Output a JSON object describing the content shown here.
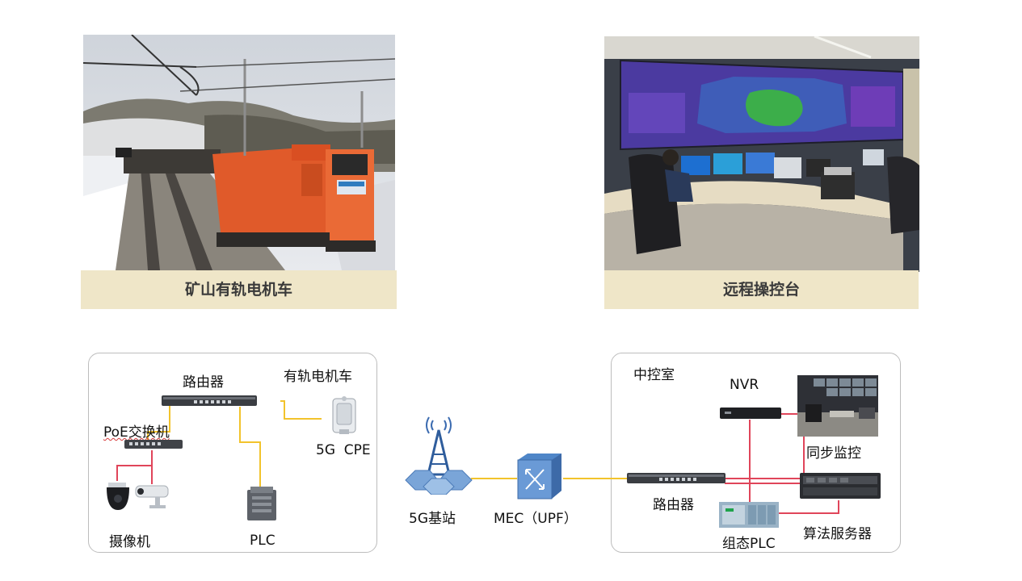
{
  "photos": {
    "left_caption": "矿山有轨电机车",
    "right_caption": "远程操控台"
  },
  "left_panel": {
    "router_label": "路由器",
    "train_label": "有轨电机车",
    "poe_label": "PoE交换机",
    "cpe_label": "5G  CPE",
    "camera_label": "摄像机",
    "plc_label": "PLC"
  },
  "middle": {
    "bts_label": "5G基站",
    "mec_label": "MEC（UPF）"
  },
  "right_panel": {
    "room_label": "中控室",
    "nvr_label": "NVR",
    "monitor_label": "同步监控",
    "router_label": "路由器",
    "server_label": "算法服务器",
    "plc_label": "组态PLC"
  },
  "colors": {
    "caption_bg": "#efe6c8",
    "link_yellow": "#f2c32c",
    "link_red": "#e0455a",
    "locomotive": "#e05a2a",
    "device_blue": "#6a96c8"
  }
}
